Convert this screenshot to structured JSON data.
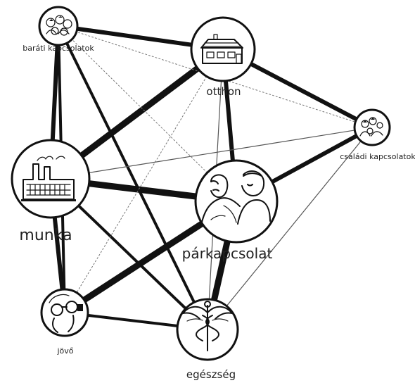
{
  "diagram": {
    "nodes": {
      "barati": {
        "label": "baráti kapcsolatok",
        "icon": "friends-group-icon"
      },
      "otthon": {
        "label": "otthon",
        "icon": "house-icon"
      },
      "csaladi": {
        "label": "családi kapcsolatok",
        "icon": "family-group-icon"
      },
      "munka": {
        "label": "munka",
        "icon": "factory-icon"
      },
      "parkapcsolat": {
        "label": "párkapcsolat",
        "icon": "couple-icon"
      },
      "jovo": {
        "label": "jövő",
        "icon": "binoculars-icon"
      },
      "egeszseg": {
        "label": "egészség",
        "icon": "caduceus-icon"
      }
    },
    "edges": [
      {
        "from": "munka",
        "to": "otthon",
        "strength": "very-strong"
      },
      {
        "from": "munka",
        "to": "parkapcsolat",
        "strength": "very-strong"
      },
      {
        "from": "jovo",
        "to": "parkapcsolat",
        "strength": "very-strong"
      },
      {
        "from": "parkapcsolat",
        "to": "egeszseg",
        "strength": "very-strong"
      },
      {
        "from": "otthon",
        "to": "csaladi",
        "strength": "strong"
      },
      {
        "from": "barati",
        "to": "otthon",
        "strength": "strong"
      },
      {
        "from": "parkapcsolat",
        "to": "csaladi",
        "strength": "strong"
      },
      {
        "from": "barati",
        "to": "munka",
        "strength": "strong"
      },
      {
        "from": "munka",
        "to": "jovo",
        "strength": "strong"
      },
      {
        "from": "otthon",
        "to": "parkapcsolat",
        "strength": "strong"
      },
      {
        "from": "munka",
        "to": "egeszseg",
        "strength": "medium"
      },
      {
        "from": "jovo",
        "to": "egeszseg",
        "strength": "medium"
      },
      {
        "from": "barati",
        "to": "egeszseg",
        "strength": "medium"
      },
      {
        "from": "barati",
        "to": "jovo",
        "strength": "medium"
      },
      {
        "from": "munka",
        "to": "csaladi",
        "strength": "weak"
      },
      {
        "from": "otthon",
        "to": "egeszseg",
        "strength": "weak"
      },
      {
        "from": "csaladi",
        "to": "egeszseg",
        "strength": "weak"
      },
      {
        "from": "otthon",
        "to": "jovo",
        "strength": "very-weak"
      },
      {
        "from": "barati",
        "to": "csaladi",
        "strength": "very-weak"
      },
      {
        "from": "barati",
        "to": "parkapcsolat",
        "strength": "very-weak"
      }
    ]
  }
}
